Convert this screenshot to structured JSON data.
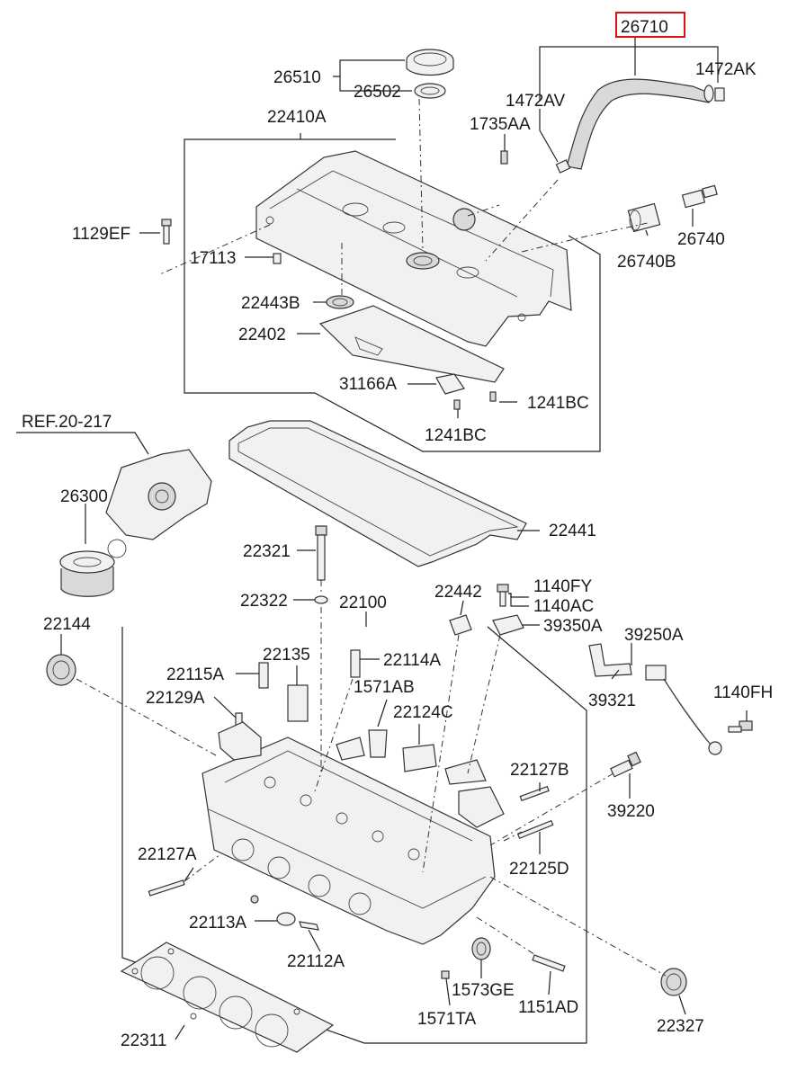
{
  "highlighted_part": "26710",
  "labels": {
    "p26710": "26710",
    "p26510": "26510",
    "p26502": "26502",
    "p1472AK": "1472AK",
    "p1472AV": "1472AV",
    "p22410A": "22410A",
    "p1735AA": "1735AA",
    "p1129EF": "1129EF",
    "p17113": "17113",
    "p26740": "26740",
    "p26740B": "26740B",
    "p22443B": "22443B",
    "p22402": "22402",
    "p31166A": "31166A",
    "p1241BC_a": "1241BC",
    "p1241BC_b": "1241BC",
    "pREF": "REF.20-217",
    "p26300": "26300",
    "p22441": "22441",
    "p22321": "22321",
    "p22322": "22322",
    "p22442": "22442",
    "p1140FY": "1140FY",
    "p1140AC": "1140AC",
    "p22144": "22144",
    "p22100": "22100",
    "p39350A": "39350A",
    "p39250A": "39250A",
    "p22135": "22135",
    "p22114A": "22114A",
    "p22115A": "22115A",
    "p22129A": "22129A",
    "p1571AB": "1571AB",
    "p22124C": "22124C",
    "p39321": "39321",
    "p1140FH": "1140FH",
    "p22127B": "22127B",
    "p39220": "39220",
    "p22127A": "22127A",
    "p22125D": "22125D",
    "p22113A": "22113A",
    "p22112A": "22112A",
    "p1573GE": "1573GE",
    "p1151AD": "1151AD",
    "p1571TA": "1571TA",
    "p22327": "22327",
    "p22311": "22311"
  }
}
